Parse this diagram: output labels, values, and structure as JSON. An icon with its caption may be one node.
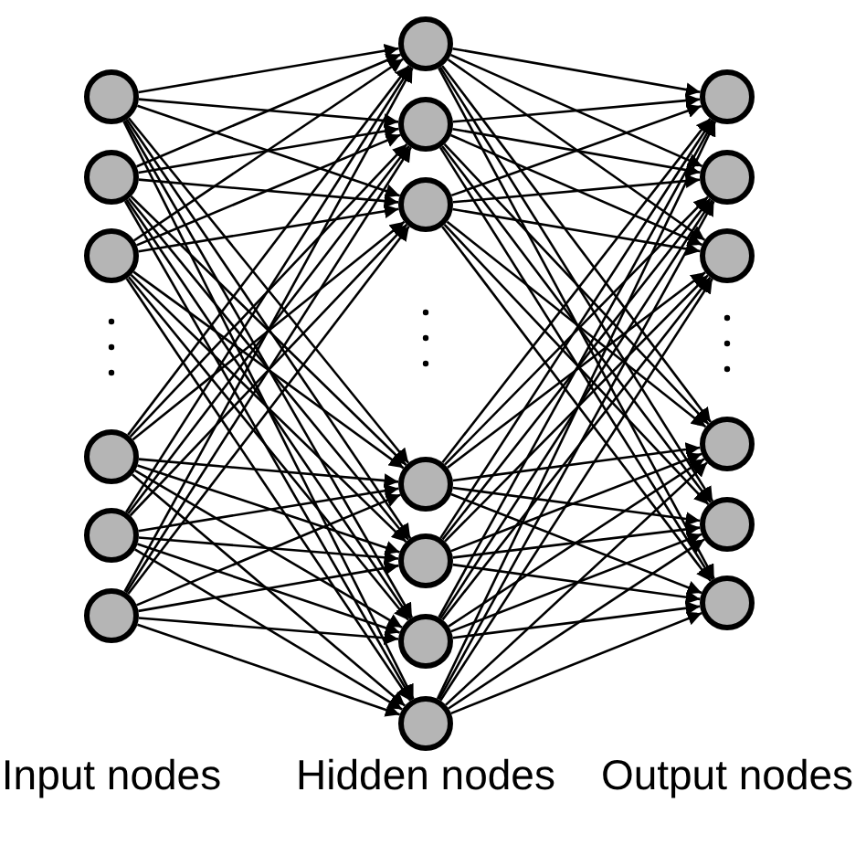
{
  "diagram": {
    "nodes": [
      {
        "text": [],
        "shape": "circle"
      },
      {
        "text": [],
        "shape": "circle"
      },
      {
        "text": [],
        "shape": "circle"
      },
      {
        "text": [],
        "shape": "circle"
      },
      {
        "text": [],
        "shape": "circle"
      },
      {
        "text": [],
        "shape": "circle"
      },
      {
        "text": [],
        "shape": "circle"
      },
      {
        "text": [],
        "shape": "circle"
      },
      {
        "text": [],
        "shape": "circle"
      },
      {
        "text": [],
        "shape": "circle"
      },
      {
        "text": [],
        "shape": "circle"
      },
      {
        "text": [],
        "shape": "circle"
      },
      {
        "text": [],
        "shape": "circle"
      },
      {
        "text": [],
        "shape": "circle"
      },
      {
        "text": [],
        "shape": "circle"
      },
      {
        "text": [],
        "shape": "circle"
      },
      {
        "text": [],
        "shape": "circle"
      },
      {
        "text": [],
        "shape": "circle"
      },
      {
        "text": [],
        "shape": "circle"
      }
    ],
    "edges": [
      {
        "from": 0,
        "to": 6,
        "arrow": "to"
      },
      {
        "from": 0,
        "to": 7,
        "arrow": "to"
      },
      {
        "from": 0,
        "to": 8,
        "arrow": "to"
      },
      {
        "from": 0,
        "to": 9,
        "arrow": "to"
      },
      {
        "from": 0,
        "to": 10,
        "arrow": "to"
      },
      {
        "from": 0,
        "to": 11,
        "arrow": "to"
      },
      {
        "from": 0,
        "to": 12,
        "arrow": "to"
      },
      {
        "from": 1,
        "to": 6,
        "arrow": "to"
      },
      {
        "from": 1,
        "to": 7,
        "arrow": "to"
      },
      {
        "from": 1,
        "to": 8,
        "arrow": "to"
      },
      {
        "from": 1,
        "to": 9,
        "arrow": "to"
      },
      {
        "from": 1,
        "to": 10,
        "arrow": "to"
      },
      {
        "from": 1,
        "to": 11,
        "arrow": "to"
      },
      {
        "from": 1,
        "to": 12,
        "arrow": "to"
      },
      {
        "from": 2,
        "to": 6,
        "arrow": "to"
      },
      {
        "from": 2,
        "to": 7,
        "arrow": "to"
      },
      {
        "from": 2,
        "to": 8,
        "arrow": "to"
      },
      {
        "from": 2,
        "to": 9,
        "arrow": "to"
      },
      {
        "from": 2,
        "to": 10,
        "arrow": "to"
      },
      {
        "from": 2,
        "to": 11,
        "arrow": "to"
      },
      {
        "from": 2,
        "to": 12,
        "arrow": "to"
      },
      {
        "from": 3,
        "to": 6,
        "arrow": "to"
      },
      {
        "from": 3,
        "to": 7,
        "arrow": "to"
      },
      {
        "from": 3,
        "to": 8,
        "arrow": "to"
      },
      {
        "from": 3,
        "to": 9,
        "arrow": "to"
      },
      {
        "from": 3,
        "to": 10,
        "arrow": "to"
      },
      {
        "from": 3,
        "to": 11,
        "arrow": "to"
      },
      {
        "from": 3,
        "to": 12,
        "arrow": "to"
      },
      {
        "from": 4,
        "to": 6,
        "arrow": "to"
      },
      {
        "from": 4,
        "to": 7,
        "arrow": "to"
      },
      {
        "from": 4,
        "to": 8,
        "arrow": "to"
      },
      {
        "from": 4,
        "to": 9,
        "arrow": "to"
      },
      {
        "from": 4,
        "to": 10,
        "arrow": "to"
      },
      {
        "from": 4,
        "to": 11,
        "arrow": "to"
      },
      {
        "from": 4,
        "to": 12,
        "arrow": "to"
      },
      {
        "from": 5,
        "to": 6,
        "arrow": "to"
      },
      {
        "from": 5,
        "to": 7,
        "arrow": "to"
      },
      {
        "from": 5,
        "to": 8,
        "arrow": "to"
      },
      {
        "from": 5,
        "to": 9,
        "arrow": "to"
      },
      {
        "from": 5,
        "to": 10,
        "arrow": "to"
      },
      {
        "from": 5,
        "to": 11,
        "arrow": "to"
      },
      {
        "from": 5,
        "to": 12,
        "arrow": "to"
      },
      {
        "from": 6,
        "to": 13,
        "arrow": "to"
      },
      {
        "from": 6,
        "to": 14,
        "arrow": "to"
      },
      {
        "from": 6,
        "to": 15,
        "arrow": "to"
      },
      {
        "from": 6,
        "to": 16,
        "arrow": "to"
      },
      {
        "from": 6,
        "to": 17,
        "arrow": "to"
      },
      {
        "from": 6,
        "to": 18,
        "arrow": "to"
      },
      {
        "from": 7,
        "to": 13,
        "arrow": "to"
      },
      {
        "from": 7,
        "to": 14,
        "arrow": "to"
      },
      {
        "from": 7,
        "to": 15,
        "arrow": "to"
      },
      {
        "from": 7,
        "to": 16,
        "arrow": "to"
      },
      {
        "from": 7,
        "to": 17,
        "arrow": "to"
      },
      {
        "from": 7,
        "to": 18,
        "arrow": "to"
      },
      {
        "from": 8,
        "to": 13,
        "arrow": "to"
      },
      {
        "from": 8,
        "to": 14,
        "arrow": "to"
      },
      {
        "from": 8,
        "to": 15,
        "arrow": "to"
      },
      {
        "from": 8,
        "to": 16,
        "arrow": "to"
      },
      {
        "from": 8,
        "to": 17,
        "arrow": "to"
      },
      {
        "from": 8,
        "to": 18,
        "arrow": "to"
      },
      {
        "from": 9,
        "to": 13,
        "arrow": "to"
      },
      {
        "from": 9,
        "to": 14,
        "arrow": "to"
      },
      {
        "from": 9,
        "to": 15,
        "arrow": "to"
      },
      {
        "from": 9,
        "to": 16,
        "arrow": "to"
      },
      {
        "from": 9,
        "to": 17,
        "arrow": "to"
      },
      {
        "from": 9,
        "to": 18,
        "arrow": "to"
      },
      {
        "from": 10,
        "to": 13,
        "arrow": "to"
      },
      {
        "from": 10,
        "to": 14,
        "arrow": "to"
      },
      {
        "from": 10,
        "to": 15,
        "arrow": "to"
      },
      {
        "from": 10,
        "to": 16,
        "arrow": "to"
      },
      {
        "from": 10,
        "to": 17,
        "arrow": "to"
      },
      {
        "from": 10,
        "to": 18,
        "arrow": "to"
      },
      {
        "from": 11,
        "to": 13,
        "arrow": "to"
      },
      {
        "from": 11,
        "to": 14,
        "arrow": "to"
      },
      {
        "from": 11,
        "to": 15,
        "arrow": "to"
      },
      {
        "from": 11,
        "to": 16,
        "arrow": "to"
      },
      {
        "from": 11,
        "to": 17,
        "arrow": "to"
      },
      {
        "from": 11,
        "to": 18,
        "arrow": "to"
      },
      {
        "from": 12,
        "to": 13,
        "arrow": "to"
      },
      {
        "from": 12,
        "to": 14,
        "arrow": "to"
      },
      {
        "from": 12,
        "to": 15,
        "arrow": "to"
      },
      {
        "from": 12,
        "to": 16,
        "arrow": "to"
      },
      {
        "from": 12,
        "to": 17,
        "arrow": "to"
      },
      {
        "from": 12,
        "to": 18,
        "arrow": "to"
      }
    ],
    "labels": [
      "Input nodes",
      "Hidden nodes",
      "Output nodes"
    ]
  }
}
